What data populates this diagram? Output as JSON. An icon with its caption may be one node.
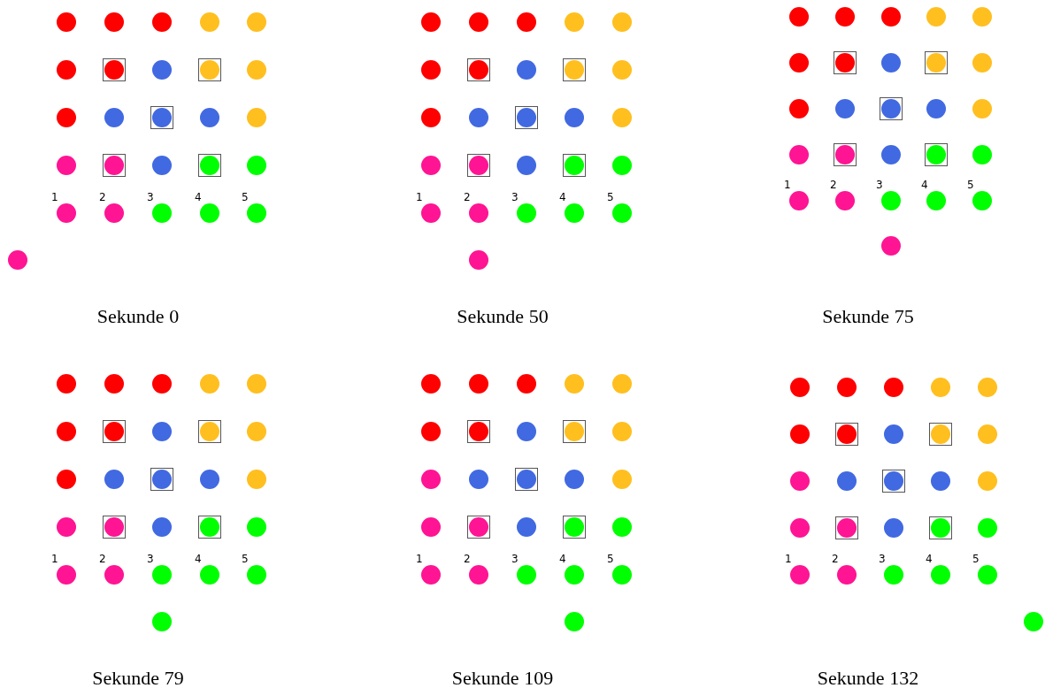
{
  "diagram": {
    "labels": [
      "1",
      "2",
      "3",
      "4",
      "5",
      "1",
      "2",
      "3",
      "4",
      "5",
      "1",
      "2",
      "3",
      "4",
      "5",
      "Sekunde 0",
      "Sekunde 50",
      "Sekunde 75",
      "1",
      "2",
      "3",
      "4",
      "5",
      "1",
      "2",
      "3",
      "4",
      "5",
      "1",
      "2",
      "3",
      "4",
      "5",
      "Sekunde 79",
      "Sekunde 109",
      "Sekunde 132"
    ]
  }
}
